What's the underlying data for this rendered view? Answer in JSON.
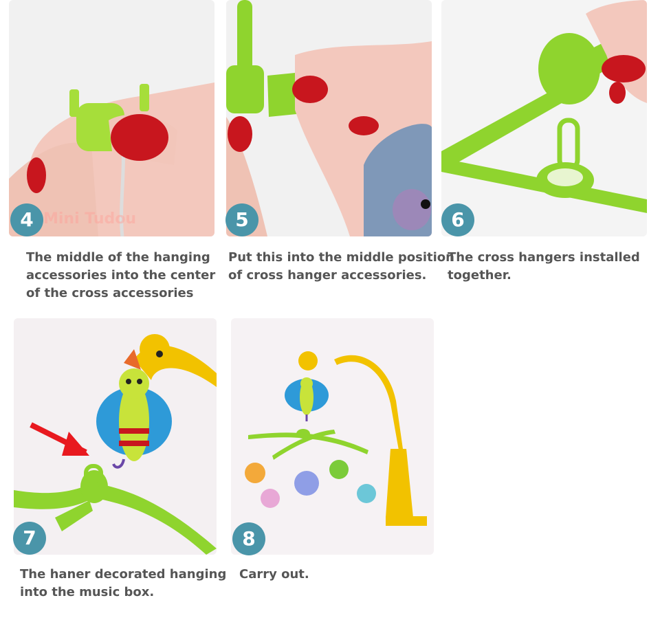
{
  "steps": [
    {
      "number": "4",
      "caption": "The middle of the hanging\naccessories into the center\nof the cross accessories",
      "watermark": "Mini Tudou"
    },
    {
      "number": "5",
      "caption": "Put this into the middle position\nof cross hanger accessories."
    },
    {
      "number": "6",
      "caption": "The cross hangers installed\ntogether."
    },
    {
      "number": "7",
      "caption": "The haner decorated hanging\ninto the music box."
    },
    {
      "number": "8",
      "caption": "Carry out."
    }
  ],
  "colors": {
    "badge": "#4a95a9",
    "caption_text": "#555555",
    "toy_green": "#8fd42e",
    "nail_red": "#c8161e",
    "giraffe_yellow": "#f2c200"
  }
}
